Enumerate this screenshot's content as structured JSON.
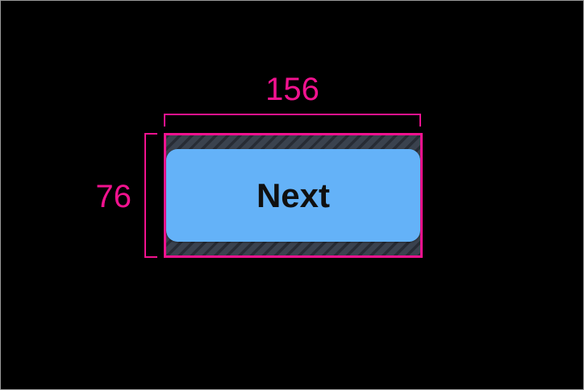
{
  "colors": {
    "canvas-bg": "#000000",
    "frame-border": "#9a9a9a",
    "annotation-pink": "#f2128f",
    "button-blue": "#64b2f8",
    "button-text": "#101010",
    "hatch-base": "#3a424e",
    "hatch-stripe": "#272c35"
  },
  "annotations": {
    "width_label": "156",
    "height_label": "76"
  },
  "button": {
    "label": "Next"
  }
}
